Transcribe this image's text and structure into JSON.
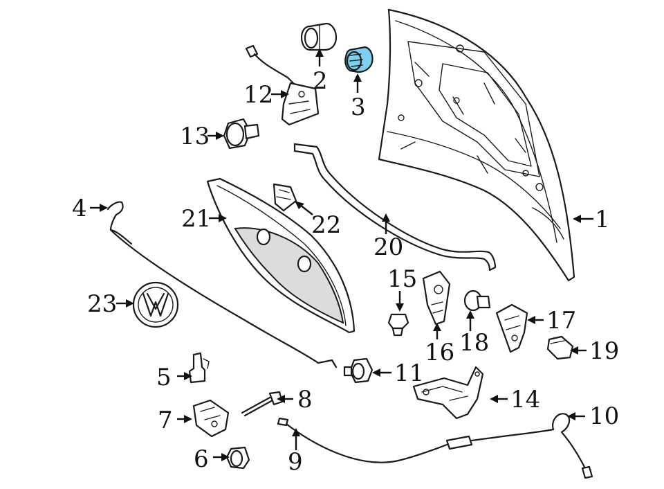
{
  "diagram": {
    "highlight_color": "#7fd0ee",
    "labels": [
      "1",
      "2",
      "3",
      "4",
      "5",
      "6",
      "7",
      "8",
      "9",
      "10",
      "11",
      "12",
      "13",
      "14",
      "15",
      "16",
      "17",
      "18",
      "19",
      "20",
      "21",
      "22",
      "23"
    ]
  }
}
